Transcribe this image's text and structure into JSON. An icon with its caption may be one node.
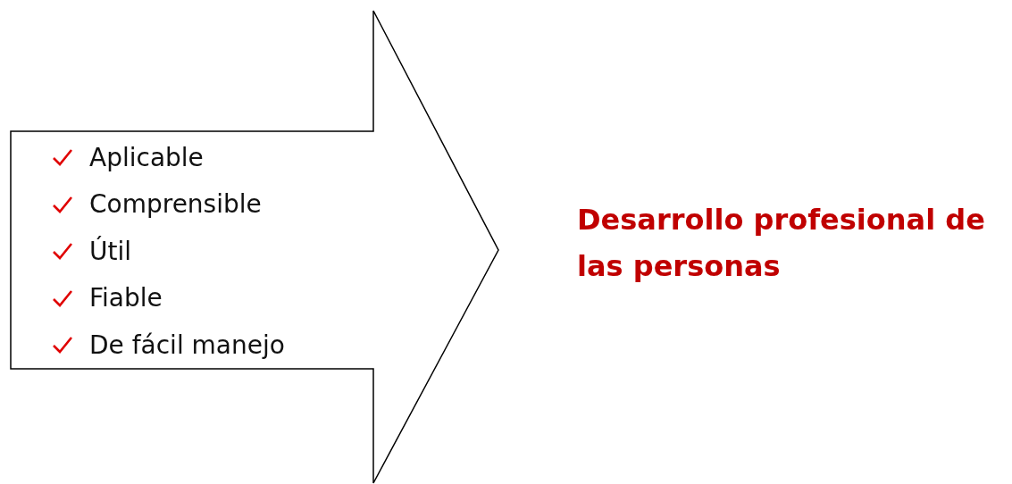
{
  "diagram": {
    "nodes": [
      {
        "text": [
          "Aplicable",
          "Comprensible",
          "Útil",
          "Fiable",
          "De fácil manejo"
        ]
      }
    ],
    "labels": [
      "Desarrollo profesional de las personas"
    ]
  }
}
